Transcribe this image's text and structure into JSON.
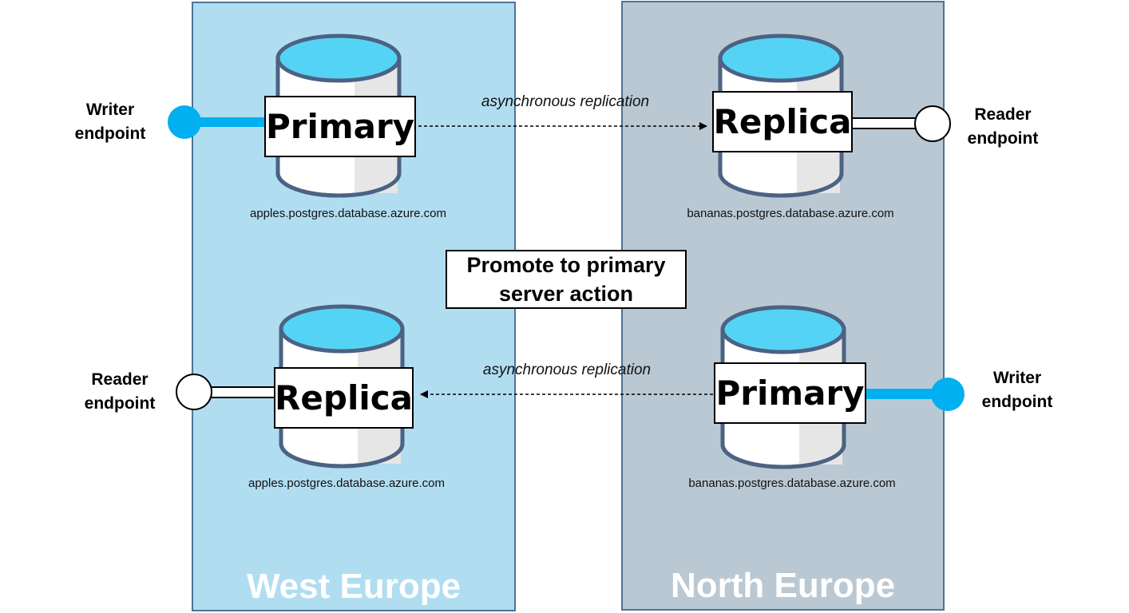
{
  "regions": {
    "west": {
      "name": "West Europe",
      "color": "#b1ddf0"
    },
    "north": {
      "name": "North Europe",
      "color": "#bac8d3"
    }
  },
  "servers": {
    "west_top": {
      "role": "Primary",
      "host": "apples.postgres.database.azure.com"
    },
    "north_top": {
      "role": "Replica",
      "host": "bananas.postgres.database.azure.com"
    },
    "west_bottom": {
      "role": "Replica",
      "host": "apples.postgres.database.azure.com"
    },
    "north_bottom": {
      "role": "Primary",
      "host": "bananas.postgres.database.azure.com"
    }
  },
  "endpoints": {
    "top_left": {
      "line1": "Writer",
      "line2": "endpoint",
      "type": "writer"
    },
    "top_right": {
      "line1": "Reader",
      "line2": "endpoint",
      "type": "reader"
    },
    "bottom_left": {
      "line1": "Reader",
      "line2": "endpoint",
      "type": "reader"
    },
    "bottom_right": {
      "line1": "Writer",
      "line2": "endpoint",
      "type": "writer"
    }
  },
  "replication": {
    "top_label": "asynchronous replication",
    "bottom_label": "asynchronous replication"
  },
  "action": {
    "line1": "Promote to primary",
    "line2": "server action"
  },
  "colors": {
    "writer_accent": "#00b0f0",
    "db_top": "#55d3f5",
    "db_outline": "#4b6283",
    "db_shade": "#e6e6e6"
  }
}
